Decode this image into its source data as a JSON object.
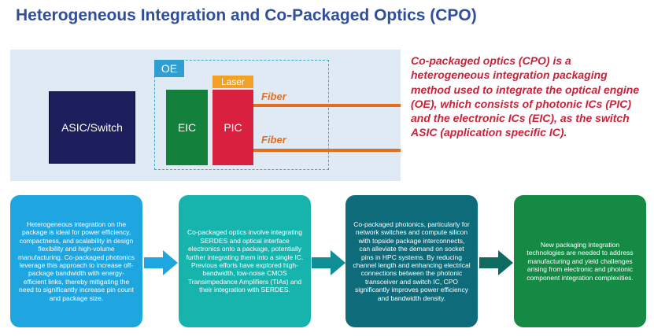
{
  "title": "Heterogeneous Integration and Co-Packaged Optics (CPO)",
  "diagram": {
    "asic_label": "ASIC/Switch",
    "oe_label": "OE",
    "laser_label": "Laser",
    "eic_label": "EIC",
    "pic_label": "PIC",
    "fibers": [
      "Fiber",
      "Fiber"
    ]
  },
  "description": "Co-packaged optics (CPO) is a heterogeneous integration packaging method used to integrate the optical engine (OE), which consists of photonic ICs (PIC) and the electronic ICs (EIC), as the switch ASIC (application specific IC).",
  "steps": [
    "Heterogeneous integration on the package is ideal for power efficiency, compactness, and scalability in design flexibility and high-volume manufacturing. Co-packaged photonics leverage this approach to increase off-package bandwidth with energy-efficient links, thereby mitigating the need to significantly increase pin count and package size.",
    "Co-packaged optics involve integrating SERDES and optical interface electronics onto a package, potentially further integrating them into a single IC. Previous efforts have explored high-bandwidth, low-noise CMOS Transimpedance Amplifiers (TIAs) and their integration with SERDES.",
    "Co-packaged photonics, particularly for network switches and compute silicon with topside package interconnects, can alleviate the demand on socket pins in HPC systems. By reducing channel length and enhancing electrical connections between the photonic transceiver and switch IC, CPO significantly improves power efficiency and bandwidth density.",
    "New packaging integration technologies are needed to address manufacturing and yield challenges arising from electronic and photonic component integration complexities."
  ],
  "colors": {
    "title": "#2f4f9e",
    "asic": "#1c1f5c",
    "oe": "#2e9fd0",
    "eic": "#13803c",
    "pic": "#d9213f",
    "laser": "#f2a126",
    "fiber": "#e0701f",
    "description": "#c8233a",
    "step_boxes": [
      "#1fa6e0",
      "#17b3ad",
      "#0e6b7a",
      "#148a45"
    ],
    "arrows": [
      "#1fa6e0",
      "#0f8f95",
      "#0e6b62"
    ]
  }
}
